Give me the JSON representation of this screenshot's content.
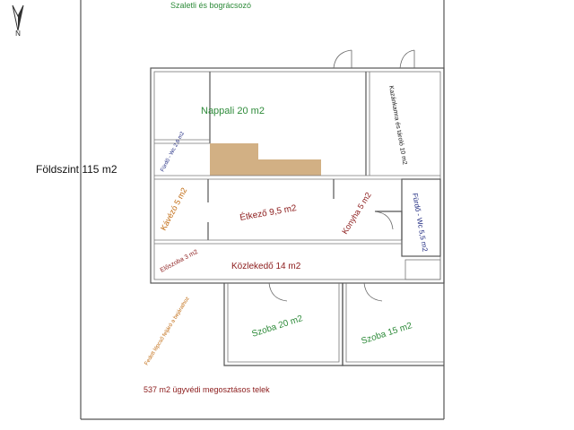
{
  "header": {
    "garden_label": "Szaletli és bográcsozó",
    "compass_letter": "N",
    "compass_icon": "north-arrow-icon"
  },
  "floor_label": "Földszint 115 m2",
  "rooms": {
    "nappali": "Nappali 20 m2",
    "kazankamra": "Kazánkamra és tároló 10 m2",
    "furdo_small": "Fürdő - Wc 2,6 m2",
    "kavezo": "Kávézó 5 m2",
    "etkezo": "Étkező 9,5 m2",
    "konyha": "Konyha 5 m2",
    "furdo_right": "Fürdő - Wc 5,5 m2",
    "eloszoba": "Előszoba 3 m2",
    "kozlekedo": "Közlekedő 14 m2",
    "szoba20": "Szoba 20 m2",
    "szoba15": "Szoba 15 m2",
    "stairs_note": "Fedett lépcső feljáró a bejárathoz"
  },
  "footer": {
    "plot_label": "537 m2 ügyvédi megosztásos telek"
  },
  "colors": {
    "green": "#2e8b3a",
    "darkred": "#8b1a1a",
    "navy": "#1f2a80",
    "orange": "#c06a10",
    "stairs_fill": "#d2b084",
    "wall": "#555555"
  }
}
